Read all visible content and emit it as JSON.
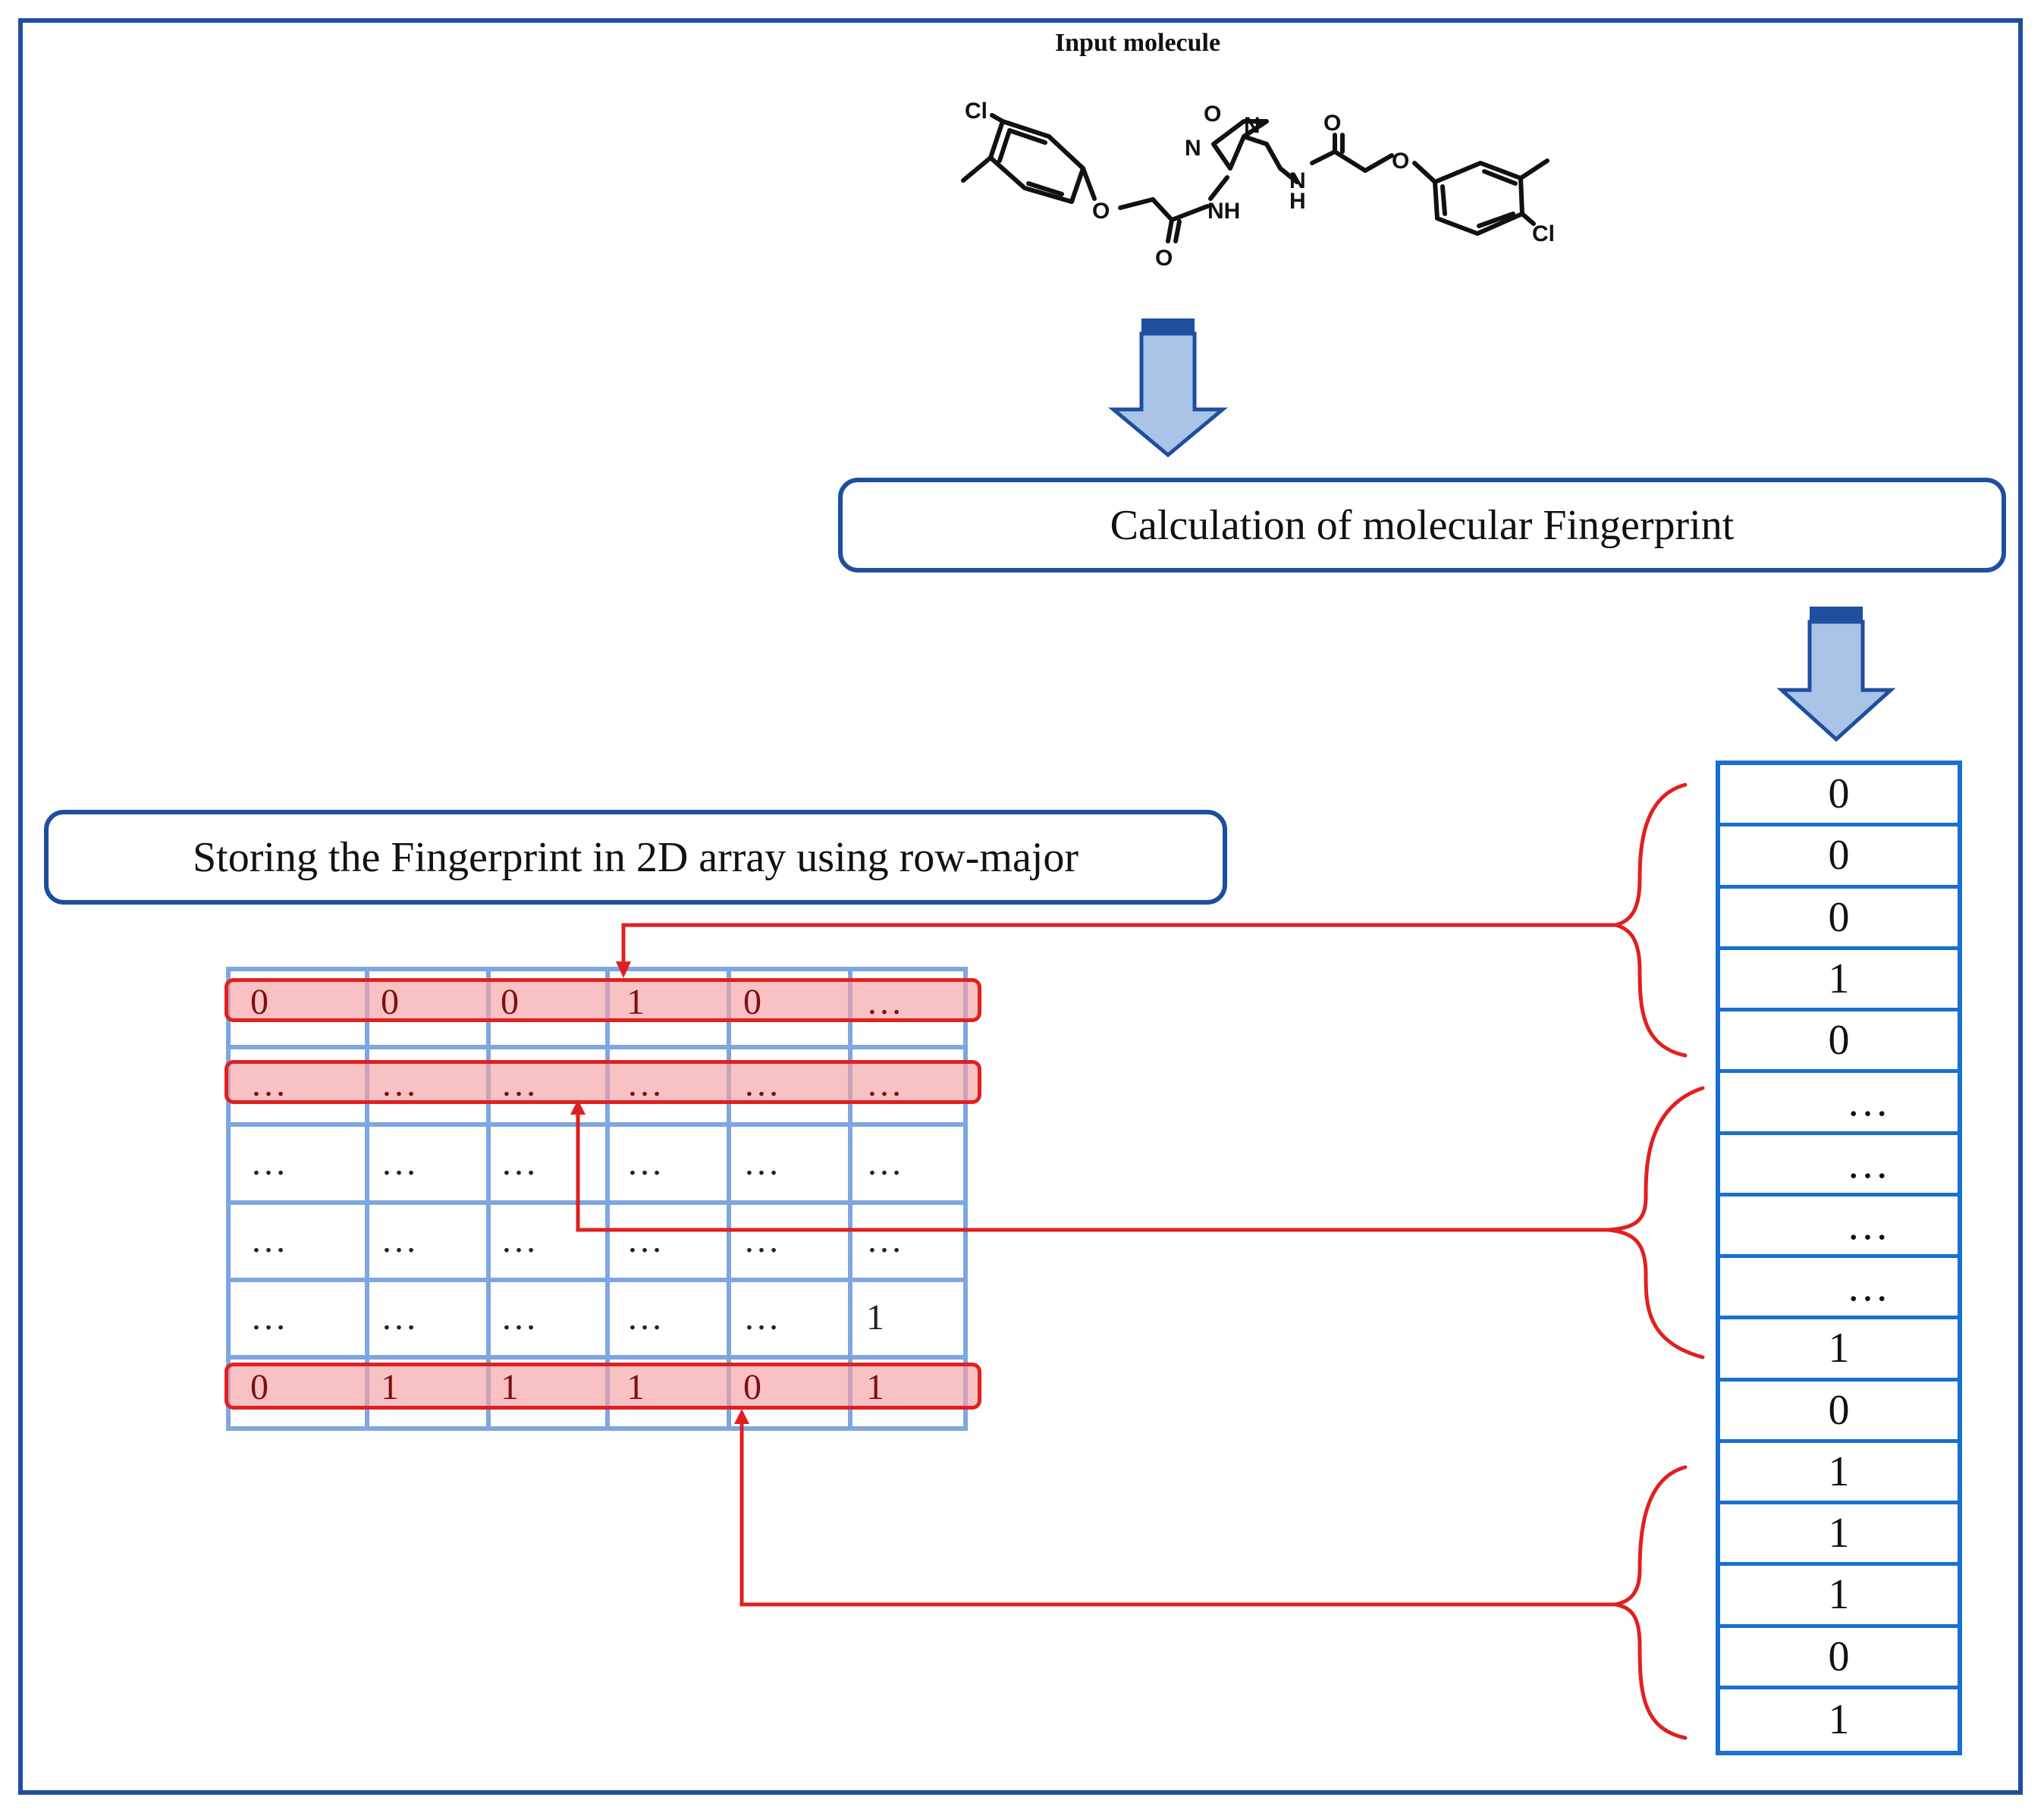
{
  "title": "Input molecule",
  "molecule_atoms": {
    "cl_left": "Cl",
    "o_left": "O",
    "o_carbonyl_left": "O",
    "nh_left": "NH",
    "n_ring_left": "N",
    "o_ring": "O",
    "n_ring_right": "N",
    "nh_right_n": "N",
    "nh_right_h": "H",
    "o_carbonyl_right": "O",
    "o_right": "O",
    "cl_right": "Cl"
  },
  "step1_label": "Calculation of molecular Fingerprint",
  "step2_label": "Storing the Fingerprint in 2D array using row-major",
  "grid": {
    "rows": [
      [
        "0",
        "0",
        "0",
        "1",
        "0",
        "…"
      ],
      [
        "…",
        "…",
        "…",
        "…",
        "…",
        "…"
      ],
      [
        "…",
        "…",
        "…",
        "…",
        "…",
        "…"
      ],
      [
        "…",
        "…",
        "…",
        "…",
        "…",
        "…"
      ],
      [
        "…",
        "…",
        "…",
        "…",
        "…",
        "1"
      ],
      [
        "0",
        "1",
        "1",
        "1",
        "0",
        "1"
      ]
    ],
    "highlighted_rows": [
      0,
      1,
      5
    ]
  },
  "vector": [
    "0",
    "0",
    "0",
    "1",
    "0",
    "…",
    "…",
    "…",
    "…",
    "1",
    "0",
    "1",
    "1",
    "1",
    "0",
    "1"
  ],
  "colors": {
    "frame": "#1f4e9e",
    "arrow_fill": "#a9c4e6",
    "arrow_stroke": "#1f4e9e",
    "grid_line": "#7ea6e0",
    "highlight_fill": "#f4a0a5",
    "highlight_stroke": "#e02020",
    "vector_border": "#1a6fd0"
  }
}
